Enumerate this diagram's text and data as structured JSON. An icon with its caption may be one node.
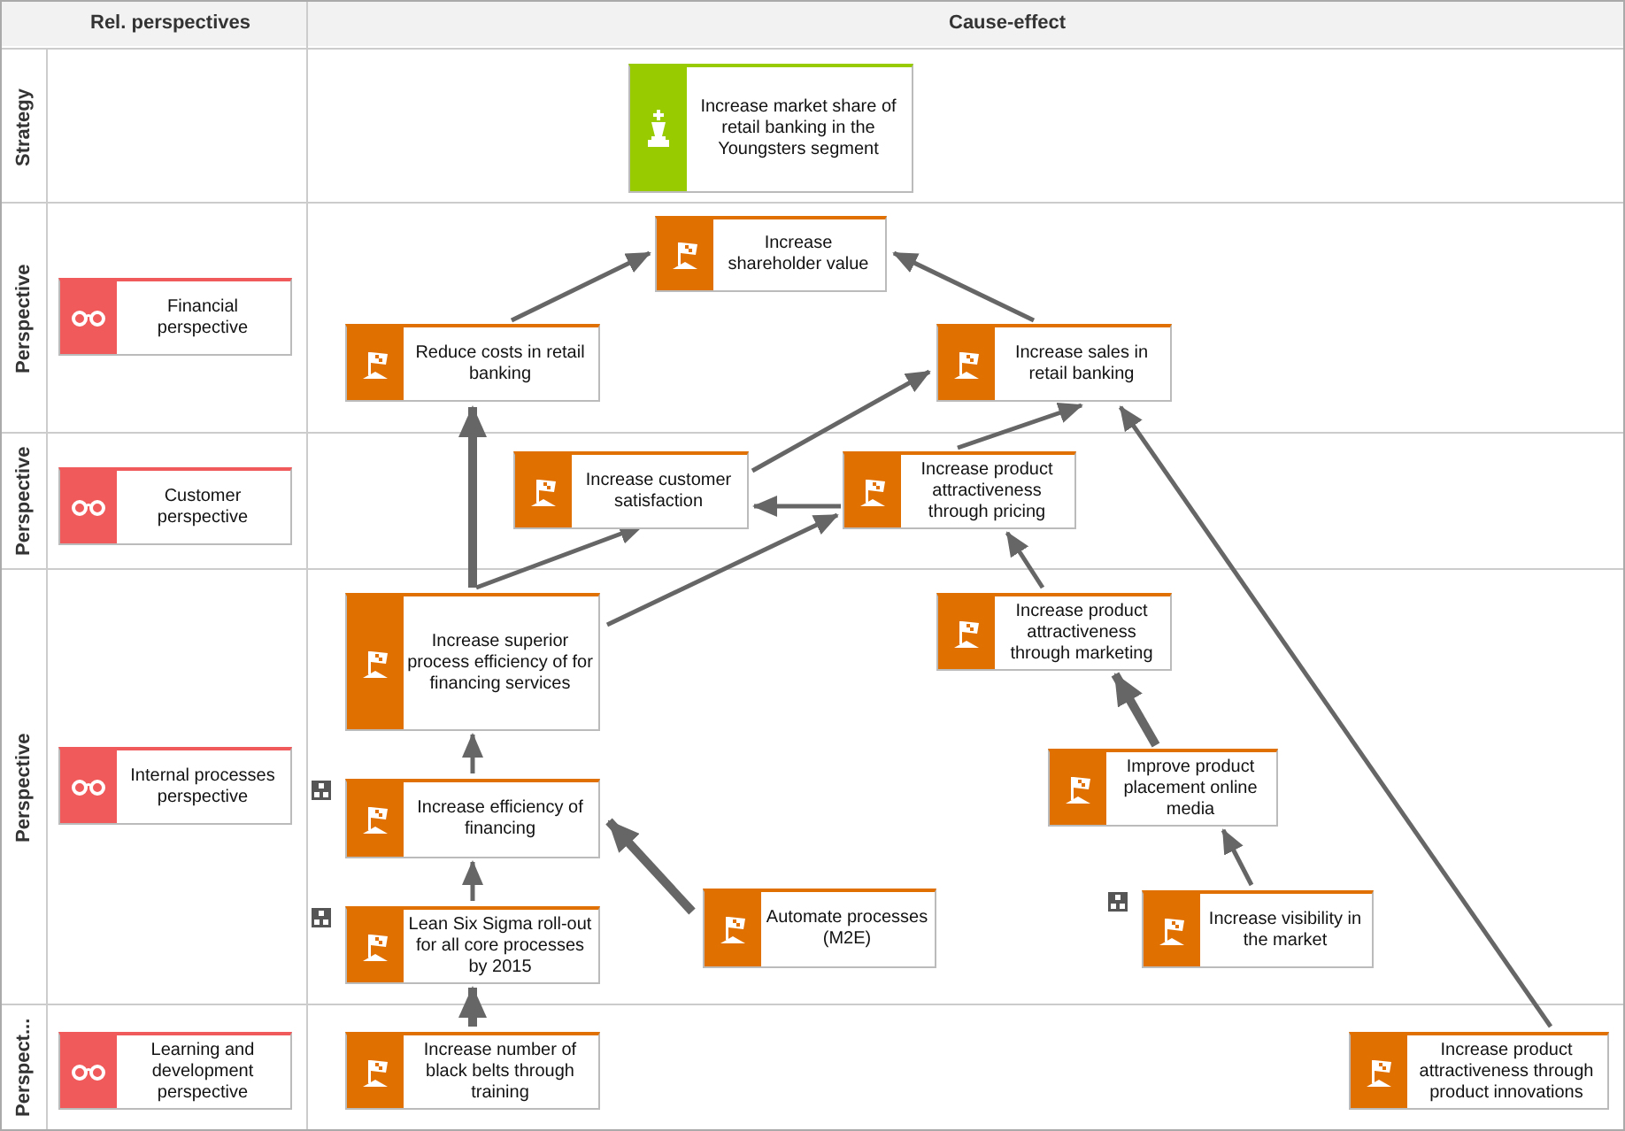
{
  "diagram": {
    "nodes": [
      {
        "text": [
          "Strategy"
        ]
      },
      {
        "text": [
          "Perspective"
        ]
      },
      {
        "text": [
          "Perspective"
        ]
      },
      {
        "text": [
          "Perspective"
        ]
      },
      {
        "text": [
          "Perspect..."
        ]
      },
      {
        "text": [
          "Increase market share of retail banking in the Youngsters segment"
        ],
        "in": 0
      },
      {
        "text": [
          "Financial perspective"
        ],
        "in": 1
      },
      {
        "text": [
          "Increase shareholder value"
        ],
        "in": 1
      },
      {
        "text": [
          "Reduce costs in retail banking"
        ],
        "in": 1
      },
      {
        "text": [
          "Increase sales in retail banking"
        ],
        "in": 1
      },
      {
        "text": [
          "Customer perspective"
        ],
        "in": 2
      },
      {
        "text": [
          "Increase customer satisfaction"
        ],
        "in": 2
      },
      {
        "text": [
          "Increase product attractiveness through pricing"
        ],
        "in": 2
      },
      {
        "text": [
          "Internal processes perspective"
        ],
        "in": 3
      },
      {
        "text": [
          "Increase superior process efficiency of for financing services"
        ],
        "in": 3
      },
      {
        "text": [
          "Increase product attractiveness through marketing"
        ],
        "in": 3
      },
      {
        "text": [
          "Improve product placement online media"
        ],
        "in": 3
      },
      {
        "text": [
          "Increase efficiency of financing"
        ],
        "in": 3
      },
      {
        "text": [
          "Lean Six Sigma roll-out for all core processes by 2015"
        ],
        "in": 3
      },
      {
        "text": [
          "Automate processes (M2E)"
        ],
        "in": 3
      },
      {
        "text": [
          "Increase visibility in the market"
        ],
        "in": 3
      },
      {
        "text": [
          "Learning and development perspective"
        ],
        "in": 4
      },
      {
        "text": [
          "Increase number of black belts through training"
        ],
        "in": 4
      },
      {
        "text": [
          "Increase product attractiveness through product innovations"
        ],
        "in": 4
      }
    ],
    "edges": [
      {
        "from": 8,
        "to": 7,
        "arrow": "to"
      },
      {
        "from": 9,
        "to": 7,
        "arrow": "to"
      },
      {
        "from": 14,
        "to": 8,
        "arrow": "to",
        "style": "thick"
      },
      {
        "from": 14,
        "to": 11,
        "arrow": "to"
      },
      {
        "from": 14,
        "to": 12,
        "arrow": "to"
      },
      {
        "from": 11,
        "to": 9,
        "arrow": "to"
      },
      {
        "from": 12,
        "to": 11,
        "arrow": "to"
      },
      {
        "from": 12,
        "to": 9,
        "arrow": "to"
      },
      {
        "from": 15,
        "to": 12,
        "arrow": "to"
      },
      {
        "from": 16,
        "to": 15,
        "arrow": "to",
        "style": "thick"
      },
      {
        "from": 20,
        "to": 16,
        "arrow": "to"
      },
      {
        "from": 17,
        "to": 14,
        "arrow": "to"
      },
      {
        "from": 18,
        "to": 17,
        "arrow": "to"
      },
      {
        "from": 19,
        "to": 17,
        "arrow": "to",
        "style": "thick"
      },
      {
        "from": 22,
        "to": 18,
        "arrow": "to",
        "style": "thick"
      },
      {
        "from": 23,
        "to": 9,
        "arrow": "to"
      }
    ],
    "labels": [
      "Rel. perspectives",
      "Cause-effect"
    ]
  }
}
